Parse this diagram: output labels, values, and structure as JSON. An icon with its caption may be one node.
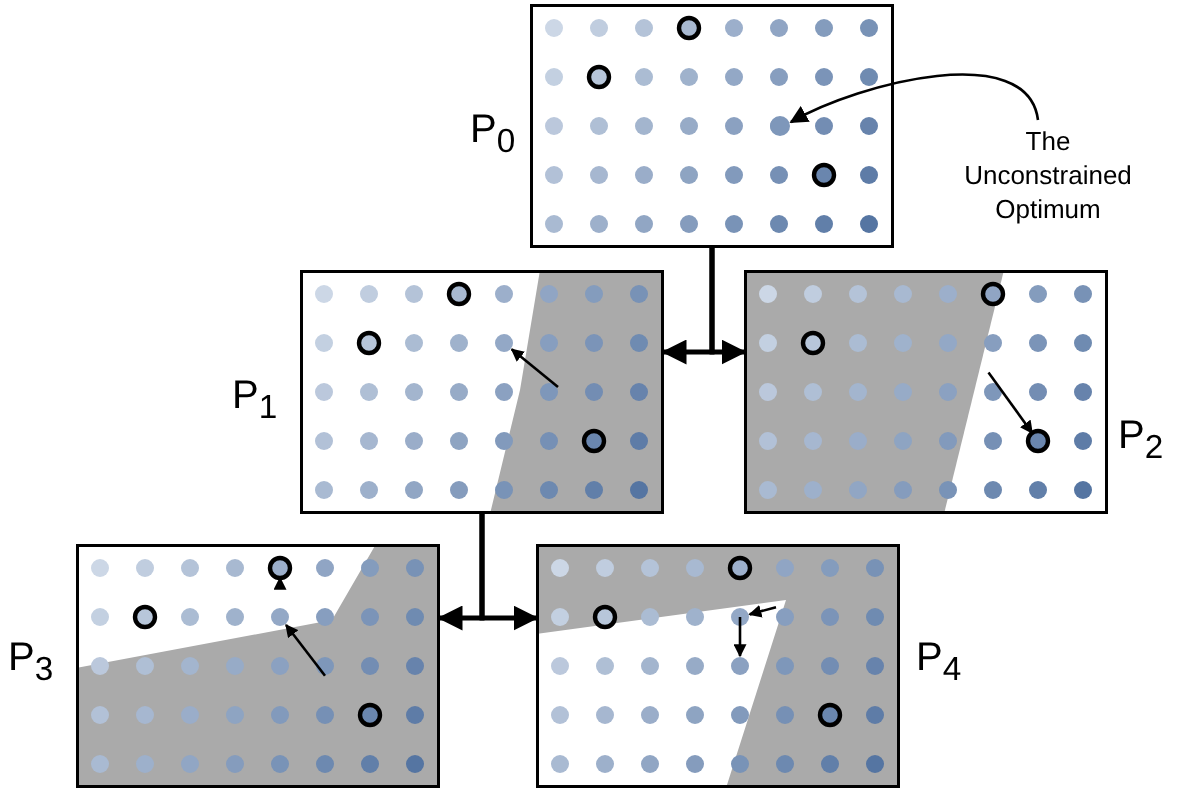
{
  "diagram": {
    "nodes": [
      {
        "text": [
          "P$_{0}$"
        ]
      },
      {
        "text": [
          "P$_{1}$"
        ]
      },
      {
        "text": [
          "P$_{2}$"
        ]
      },
      {
        "text": [
          "P$_{3}$"
        ]
      },
      {
        "text": [
          "P$_{4}$"
        ]
      },
      {
        "text": [
          "The Unconstrained Optimum"
        ]
      },
      {
        "text": [],
        "shape": "circle",
        "in": 0
      }
    ],
    "edges": [
      {
        "from": 0,
        "to": 1,
        "arrow": "to"
      },
      {
        "from": 0,
        "to": 2,
        "arrow": "to"
      },
      {
        "from": 1,
        "to": 3,
        "arrow": "to"
      },
      {
        "from": 1,
        "to": 4,
        "arrow": "to"
      },
      {
        "from": 5,
        "to": 6,
        "arrow": "to"
      }
    ]
  }
}
